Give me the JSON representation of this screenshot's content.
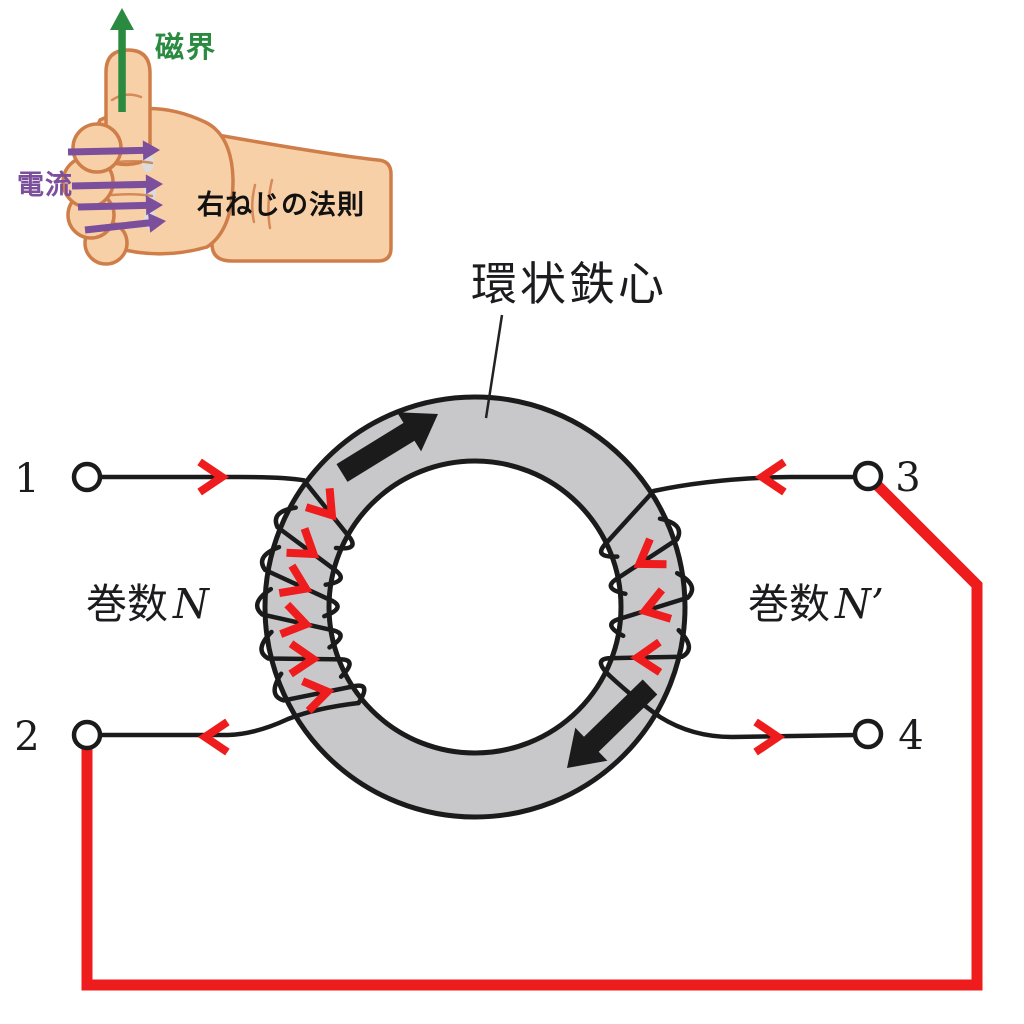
{
  "figure": {
    "background": "#ffffff",
    "inset": {
      "field_label": "磁界",
      "current_label": "電流",
      "rule_label": "右ねじの法則"
    },
    "diagram": {
      "core_label": "環状鉄心",
      "winding_left": {
        "prefix": "巻数",
        "symbol": "N"
      },
      "winding_right": {
        "prefix": "巻数",
        "symbol": "N’"
      },
      "terminals": {
        "t1": "1",
        "t2": "2",
        "t3": "3",
        "t4": "4"
      }
    },
    "colors": {
      "field_green": "#2a8a40",
      "current_purple": "#7c4f9c",
      "wire_red": "#ee1c1c",
      "skin": "#f8d0a8",
      "skin_outline": "#cf7e4a",
      "core_gray": "#c8c8ca",
      "ink": "#1b1b1b"
    }
  }
}
